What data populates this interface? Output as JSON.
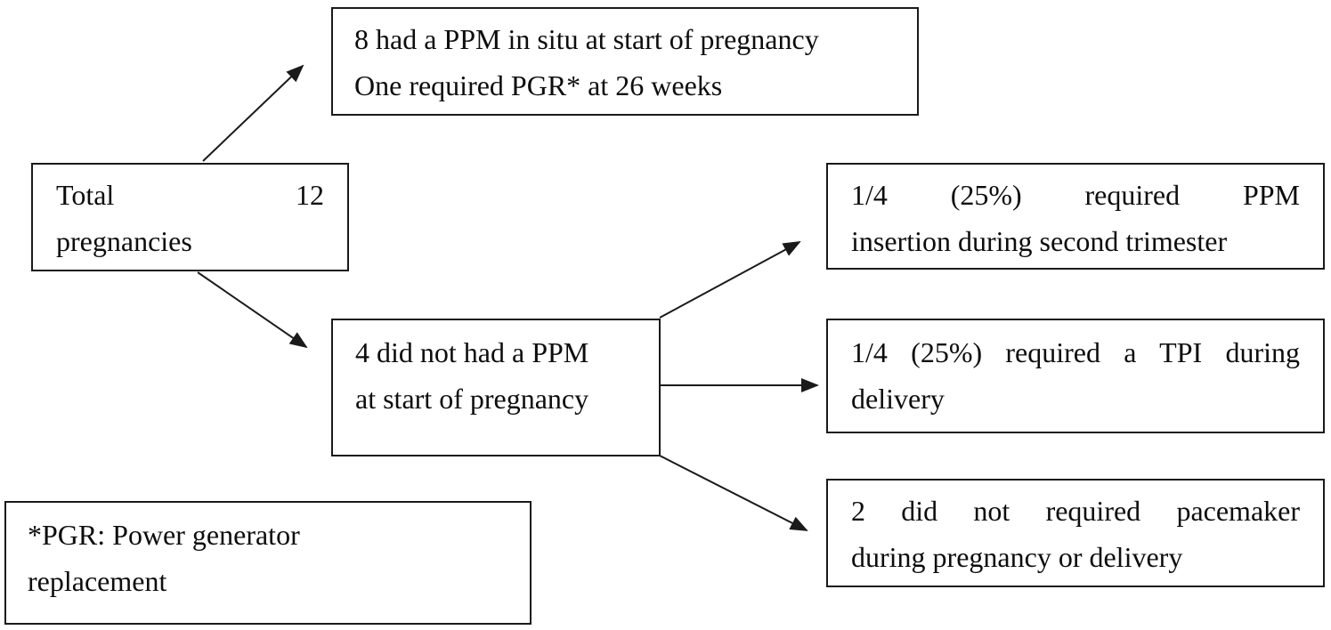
{
  "colors": {
    "border": "#1a1a1a",
    "text": "#0d0d0d",
    "background": "#ffffff"
  },
  "boxes": {
    "ppm_in_situ": {
      "line1": "8 had a PPM in situ at start of pregnancy",
      "line2": "One required PGR* at 26 weeks"
    },
    "total": {
      "line1_left": "Total",
      "line1_right": "12",
      "line2": "pregnancies"
    },
    "no_ppm": {
      "line1": "4 did not had a PPM",
      "line2": "at start of pregnancy"
    },
    "ppm_insertion": {
      "line1": "1/4 (25%) required PPM",
      "line2": "insertion during second trimester"
    },
    "tpi_delivery": {
      "line1": "1/4 (25%) required a TPI during",
      "line2": "delivery"
    },
    "no_pacemaker": {
      "line1": "2 did not required pacemaker",
      "line2": "during pregnancy or delivery"
    },
    "footnote": {
      "line1": "*PGR: Power generator",
      "line2": "replacement"
    }
  }
}
